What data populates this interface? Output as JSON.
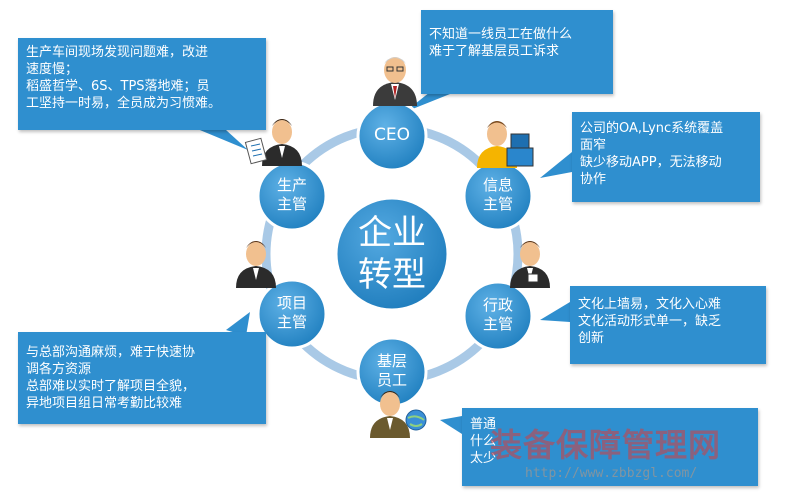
{
  "center": {
    "line1": "企业",
    "line2": "转型"
  },
  "nodes": {
    "ceo": {
      "line1": "CEO"
    },
    "info": {
      "line1": "信息",
      "line2": "主管"
    },
    "admin": {
      "line1": "行政",
      "line2": "主管"
    },
    "staff": {
      "line1": "基层",
      "line2": "员工"
    },
    "project": {
      "line1": "项目",
      "line2": "主管"
    },
    "production": {
      "line1": "生产",
      "line2": "主管"
    }
  },
  "callouts": {
    "production": {
      "l1": "生产车间现场发现问题难，改进",
      "l2": "速度慢；",
      "l3": "稻盛哲学、6S、TPS落地难；员",
      "l4": "工坚持一时易，全员成为习惯难。"
    },
    "ceo": {
      "l1": "不知道一线员工在做什么",
      "l2": "难于了解基层员工诉求"
    },
    "info": {
      "l1": "公司的OA,Lync系统覆盖",
      "l2": "面窄",
      "l3": "缺少移动APP，无法移动",
      "l4": "协作"
    },
    "admin": {
      "l1": "文化上墙易，文化入心难",
      "l2": "文化活动形式单一，缺乏",
      "l3": "创新"
    },
    "project": {
      "l1": "与总部沟通麻烦，难于快速协",
      "l2": "调各方资源",
      "l3": "总部难以实时了解项目全貌，",
      "l4": "异地项目组日常考勤比较难"
    },
    "staff": {
      "l1": "普通",
      "l2": "什么",
      "l3": "太少"
    }
  },
  "watermark": {
    "text": "装备保障管理网",
    "url": "http://www.zbbzgl.com/"
  },
  "colors": {
    "node": "#2f8fcf",
    "ring": "#a9c9e6",
    "callout": "#2f8fcf"
  }
}
